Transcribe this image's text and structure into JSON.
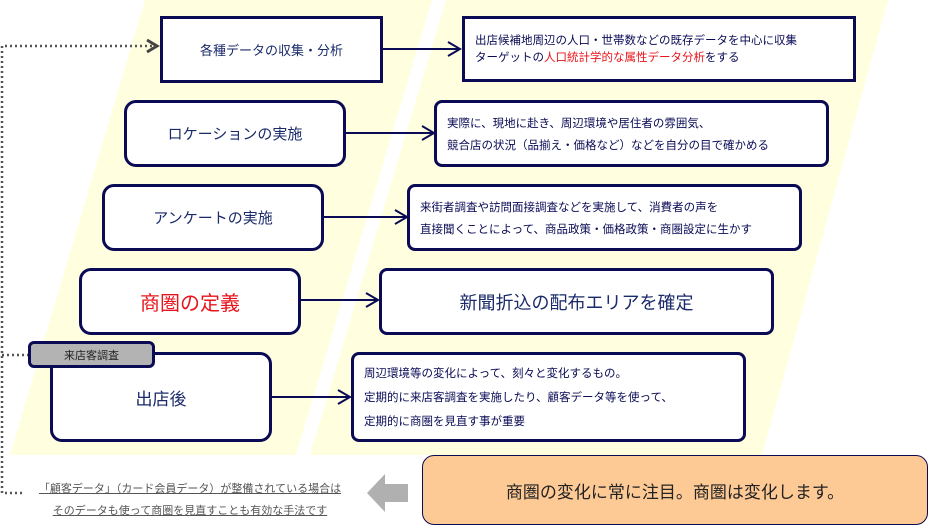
{
  "colors": {
    "band": "#ffffe0",
    "border": "#0a0a55",
    "highlight_red": "#e8141c",
    "tag_fill": "#b3b3b3",
    "summary_fill": "#fdca96",
    "back_arrow": "#b0b0b0"
  },
  "steps": [
    {
      "label": "各種データの収集・分析",
      "description": [
        {
          "segments": [
            {
              "text": "出店候補地周辺の人口・世帯数などの既存データを中心に収集",
              "highlight": false
            }
          ]
        },
        {
          "segments": [
            {
              "text": "ターゲットの",
              "highlight": false
            },
            {
              "text": "人口統計学的な属性データ分析",
              "highlight": true
            },
            {
              "text": "をする",
              "highlight": false
            }
          ]
        }
      ]
    },
    {
      "label": "ロケーションの実施",
      "description": [
        {
          "segments": [
            {
              "text": "実際に、現地に赴き、周辺環境や居住者の雰囲気、",
              "highlight": false
            }
          ]
        },
        {
          "segments": [
            {
              "text": "競合店の状況（品揃え・価格など）などを自分の目で確かめる",
              "highlight": false
            }
          ]
        }
      ]
    },
    {
      "label": "アンケートの実施",
      "description": [
        {
          "segments": [
            {
              "text": "来街者調査や訪問面接調査などを実施して、消費者の声を",
              "highlight": false
            }
          ]
        },
        {
          "segments": [
            {
              "text": "直接聞くことによって、商品政策・価格政策・商圏設定に生かす",
              "highlight": false
            }
          ]
        }
      ]
    },
    {
      "label": "商圏の定義",
      "description": [
        {
          "segments": [
            {
              "text": "新聞折込の配布エリアを確定",
              "highlight": false
            }
          ]
        }
      ]
    },
    {
      "label": "出店後",
      "tag": "来店客調査",
      "description": [
        {
          "segments": [
            {
              "text": "周辺環境等の変化によって、刻々と変化するもの。",
              "highlight": false
            }
          ]
        },
        {
          "segments": [
            {
              "text": "定期的に来店客調査を実施したり、顧客データ等を使って、",
              "highlight": false
            }
          ]
        },
        {
          "segments": [
            {
              "text": "定期的に商圏を見直す事が重要",
              "highlight": false
            }
          ]
        }
      ]
    }
  ],
  "feedback_note": {
    "line1": "「顧客データ」（カード会員データ）が整備されている場合は",
    "line2": "そのデータも使って商圏を見直すことも有効な手法です"
  },
  "summary": "商圏の変化に常に注目。商圏は変化します。"
}
